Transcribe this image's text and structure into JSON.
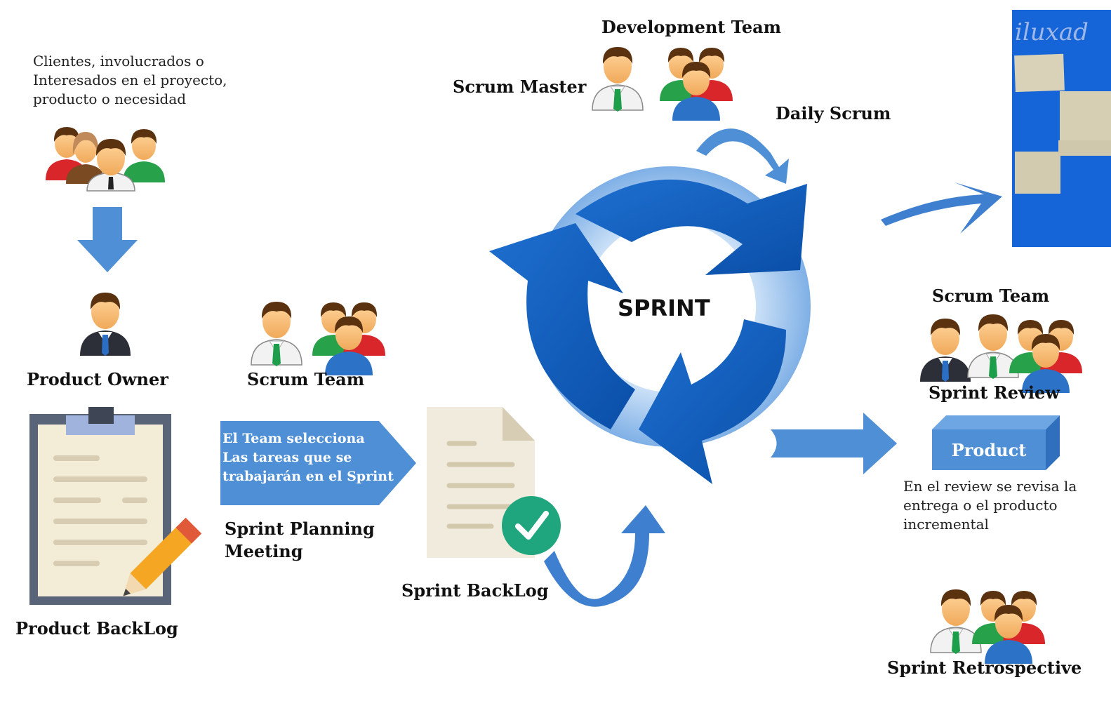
{
  "stakeholders_note": [
    "Clientes, involucrados o",
    "Interesados en el proyecto,",
    "producto o necesidad"
  ],
  "roles": {
    "product_owner": "Product Owner",
    "scrum_team_planning": "Scrum Team",
    "development_team": "Development Team",
    "scrum_master": "Scrum Master",
    "scrum_team_review": "Scrum Team"
  },
  "artifacts": {
    "product_backlog": "Product BackLog",
    "sprint_backlog": "Sprint BackLog",
    "product_box": "Product"
  },
  "events": {
    "sprint_planning": [
      "Sprint Planning",
      "Meeting"
    ],
    "daily_scrum": "Daily Scrum",
    "sprint_review": "Sprint Review",
    "sprint_retrospective": "Sprint Retrospective"
  },
  "planning_arrow_text": [
    "El Team selecciona",
    "Las tareas que se",
    "trabajarán en el Sprint"
  ],
  "sprint_label": "SPRINT",
  "review_note": [
    "En el review se revisa la",
    "entrega o el producto",
    "incremental"
  ],
  "board_text": "iluxad",
  "colors": {
    "arrow_blue": "#4f8fd6",
    "cycle_dark": "#0a5bbf",
    "cycle_light": "#a9c9ee",
    "check_green": "#1fa67e",
    "board_blue": "#1565d8"
  },
  "icons": [
    "person-icon",
    "group-icon",
    "clipboard-icon",
    "pencil-icon",
    "document-icon",
    "check-icon",
    "cycle-arrows-icon",
    "box-icon"
  ]
}
